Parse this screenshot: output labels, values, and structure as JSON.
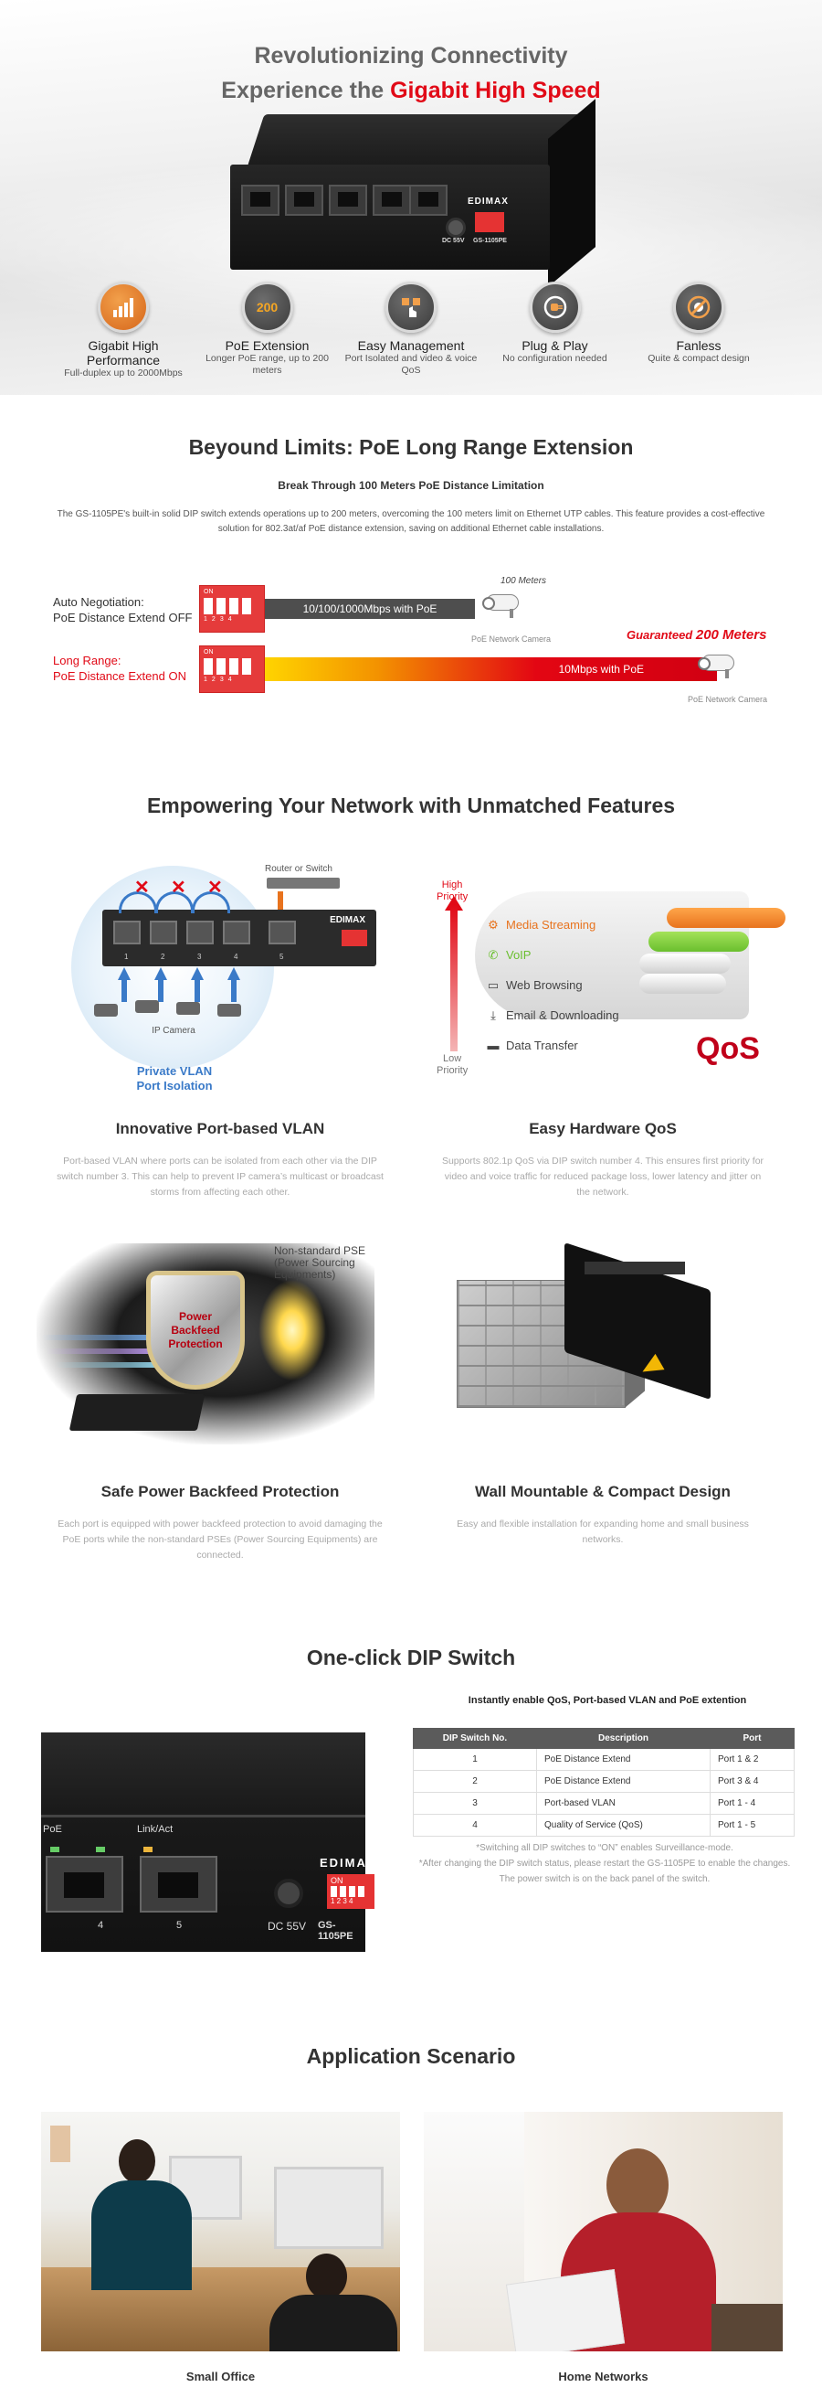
{
  "hero": {
    "title_line1": "Revolutionizing Connectivity",
    "title_line2_prefix": "Experience the ",
    "title_line2_highlight": "Gigabit High Speed",
    "device_logo": "EDIMAX",
    "device_model": "GS-1105PE",
    "device_power": "DC 55V",
    "features": [
      {
        "icon": "gigabit-bars-icon",
        "title": "Gigabit High Performance",
        "subtitle": "Full-duplex up to 2000Mbps"
      },
      {
        "icon": "poe-extension-icon",
        "title": "PoE Extension",
        "subtitle": "Longer PoE range, up to 200 meters"
      },
      {
        "icon": "hand-pointer-icon",
        "title": "Easy  Management",
        "subtitle": "Port Isolated and video & voice QoS"
      },
      {
        "icon": "plug-icon",
        "title": "Plug & Play",
        "subtitle": "No configuration needed"
      },
      {
        "icon": "no-fan-icon",
        "title": "Fanless",
        "subtitle": "Quite & compact design"
      }
    ]
  },
  "poe": {
    "heading": "Beyound Limits: PoE Long Range Extension",
    "subheading": "Break Through 100 Meters PoE Distance Limitation",
    "paragraph": "The GS-1105PE's built-in solid DIP switch extends operations up to 200 meters, overcoming the 100 meters limit on Ethernet UTP cables. This feature provides a cost-effective solution for 802.3at/af PoE distance extension, saving on additional Ethernet cable installations.",
    "row1_label_line1": "Auto Negotiation:",
    "row1_label_line2": "PoE Distance Extend OFF",
    "row1_bar": "10/100/1000Mbps with PoE",
    "row1_distance": "100 Meters",
    "row2_label_line1": "Long Range:",
    "row2_label_line2": "PoE Distance Extend ON",
    "row2_bar": "10Mbps with PoE",
    "row2_distance_prefix": "Guaranteed ",
    "row2_distance": "200 Meters",
    "camera_label": "PoE Network Camera",
    "dip_on": "ON",
    "dip_nums": [
      "1",
      "2",
      "3",
      "4"
    ]
  },
  "features": {
    "heading": "Empowering Your Network with Unmatched Features",
    "vlan": {
      "router_label": "Router or Switch",
      "switch_logo": "EDIMAX",
      "ports": [
        "1",
        "2",
        "3",
        "4",
        "5"
      ],
      "camera_label": "IP Camera",
      "badge_line1": "Private VLAN",
      "badge_line2": "Port Isolation",
      "title": "Innovative Port-based VLAN",
      "text": "Port-based VLAN where ports can be isolated from each other via the DIP switch number 3. This can help to prevent IP camera’s multicast or broadcast storms from affecting each other."
    },
    "qos": {
      "high_line1": "High",
      "high_line2": "Priority",
      "low_line1": "Low",
      "low_line2": "Priority",
      "items": [
        {
          "icon": "media-streaming-icon",
          "label": "Media Streaming",
          "color": "#e8731e"
        },
        {
          "icon": "phone-icon",
          "label": "VoIP",
          "color": "#6abf2e"
        },
        {
          "icon": "browser-icon",
          "label": "Web Browsing",
          "color": "#444444"
        },
        {
          "icon": "download-icon",
          "label": "Email & Downloading",
          "color": "#444444"
        },
        {
          "icon": "folder-icon",
          "label": "Data Transfer",
          "color": "#444444"
        }
      ],
      "big_label": "QoS",
      "title": "Easy Hardware QoS",
      "text": "Supports 802.1p QoS via DIP switch number 4. This ensures first priority for video and voice traffic for reduced package loss, lower latency and jitter on the network."
    },
    "backfeed": {
      "pse_line1": "Non-standard PSE",
      "pse_line2": "(Power Sourcing",
      "pse_line3": "Equipments)",
      "shield_line1": "Power",
      "shield_line2": "Backfeed",
      "shield_line3": "Protection",
      "title": "Safe Power Backfeed Protection",
      "text": "Each port is equipped with power backfeed protection to avoid damaging the PoE ports while the non-standard PSEs (Power Sourcing Equipments) are connected."
    },
    "wall": {
      "title": "Wall Mountable & Compact Design",
      "text": "Easy and flexible installation for expanding home and small business networks."
    }
  },
  "dip": {
    "heading": "One-click DIP Switch",
    "subheading": "Instantly enable QoS, Port-based VLAN and PoE extention",
    "device_port_labels": [
      "4",
      "5"
    ],
    "device_poe_label": "PoE",
    "device_link_label": "Link/Act",
    "device_power": "DC 55V",
    "device_logo": "EDIMAX",
    "device_model": "GS-1105PE",
    "device_on": "ON",
    "device_nums": "1 2 3 4",
    "columns": [
      "DIP Switch No.",
      "Description",
      "Port"
    ],
    "rows": [
      [
        "1",
        "PoE Distance Extend",
        "Port 1 & 2"
      ],
      [
        "2",
        "PoE Distance Extend",
        "Port 3 & 4"
      ],
      [
        "3",
        "Port-based VLAN",
        "Port 1 - 4"
      ],
      [
        "4",
        "Quality of Service (QoS)",
        "Port 1 - 5"
      ]
    ],
    "note_line1": "*Switching all DIP switches to “ON” enables Surveillance-mode.",
    "note_line2": "*After changing the DIP switch status, please restart the GS-1105PE to enable the changes. The power switch is on the back panel of the switch."
  },
  "application": {
    "heading": "Application Scenario",
    "items": [
      {
        "caption": "Small Office"
      },
      {
        "caption": "Home Networks"
      }
    ]
  },
  "colors": {
    "accent_red": "#e10a17",
    "vlan_blue": "#3a7ac8",
    "qos_red": "#c0001a"
  }
}
